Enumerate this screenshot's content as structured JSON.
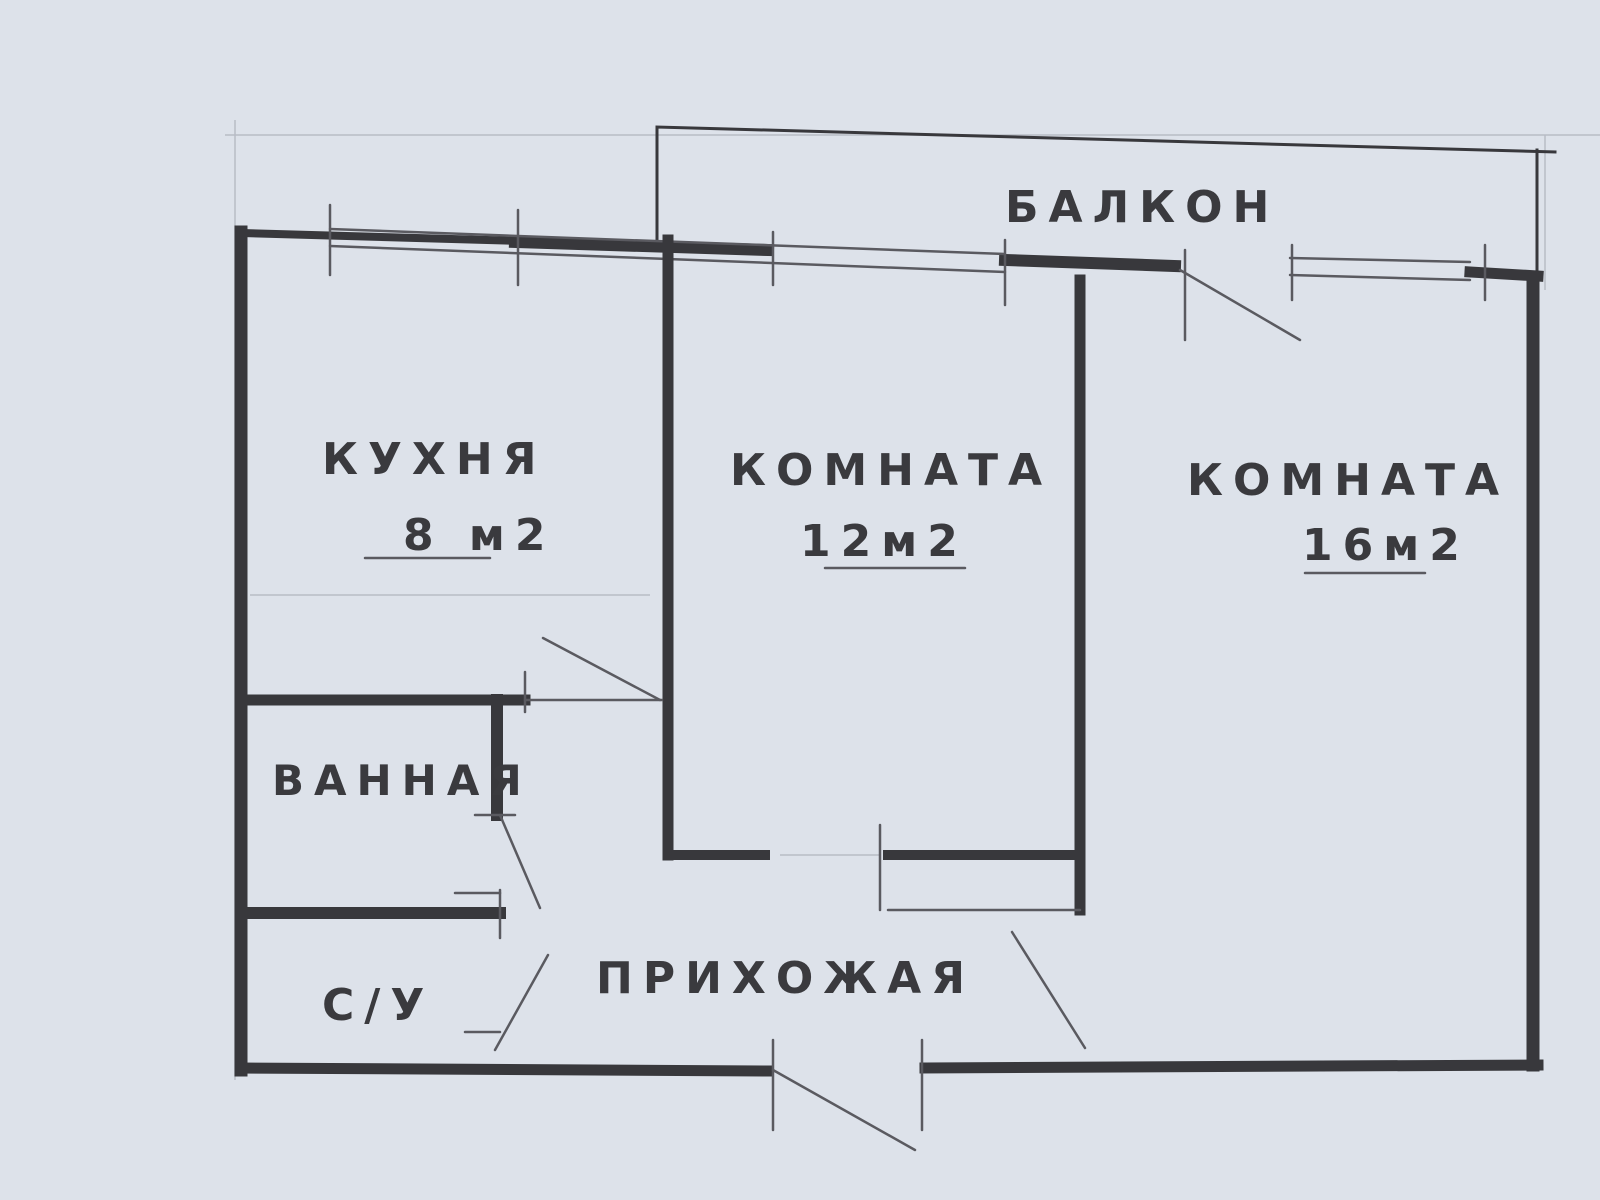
{
  "plan": {
    "balcony": "БАЛКОН",
    "kitchen": {
      "name": "КУХНЯ",
      "area": "8 м2"
    },
    "room1": {
      "name": "КОМНАТА",
      "area": "12м2"
    },
    "room2": {
      "name": "КОМНАТА",
      "area": "16м2"
    },
    "bathroom": "ВАННАЯ",
    "toilet": "С/У",
    "hallway": "ПРИХОЖАЯ"
  },
  "colors": {
    "paper": "#dde2ea",
    "pencil": "#38383c"
  }
}
